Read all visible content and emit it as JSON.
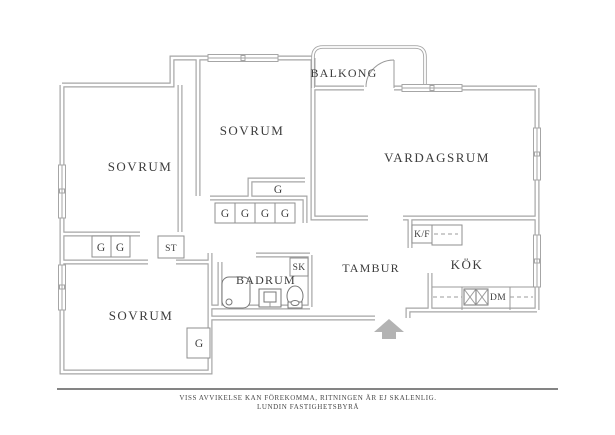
{
  "floorplan": {
    "rooms": {
      "bedroom_top": "SOVRUM",
      "bedroom_left": "SOVRUM",
      "bedroom_bottom": "SOVRUM",
      "living_room": "VARDAGSRUM",
      "balcony": "BALKONG",
      "hall": "TAMBUR",
      "kitchen": "KÖK",
      "bathroom": "BADRUM"
    },
    "fixtures": {
      "wardrobe": "G",
      "cleaning_closet": "ST",
      "cabinet": "SK",
      "fridge_freezer": "K/F",
      "dishwasher": "DM"
    },
    "colors": {
      "wall": "#a6a6a6",
      "text": "#3c3c3c",
      "fixture_line": "#777777",
      "entrance_arrow": "#b3b3b3",
      "background": "#ffffff"
    }
  },
  "footer": {
    "disclaimer": "VISS AVVIKELSE KAN FÖREKOMMA, RITNINGEN ÄR EJ SKALENLIG.",
    "agency": "LUNDIN FASTIGHETSBYRÅ"
  }
}
